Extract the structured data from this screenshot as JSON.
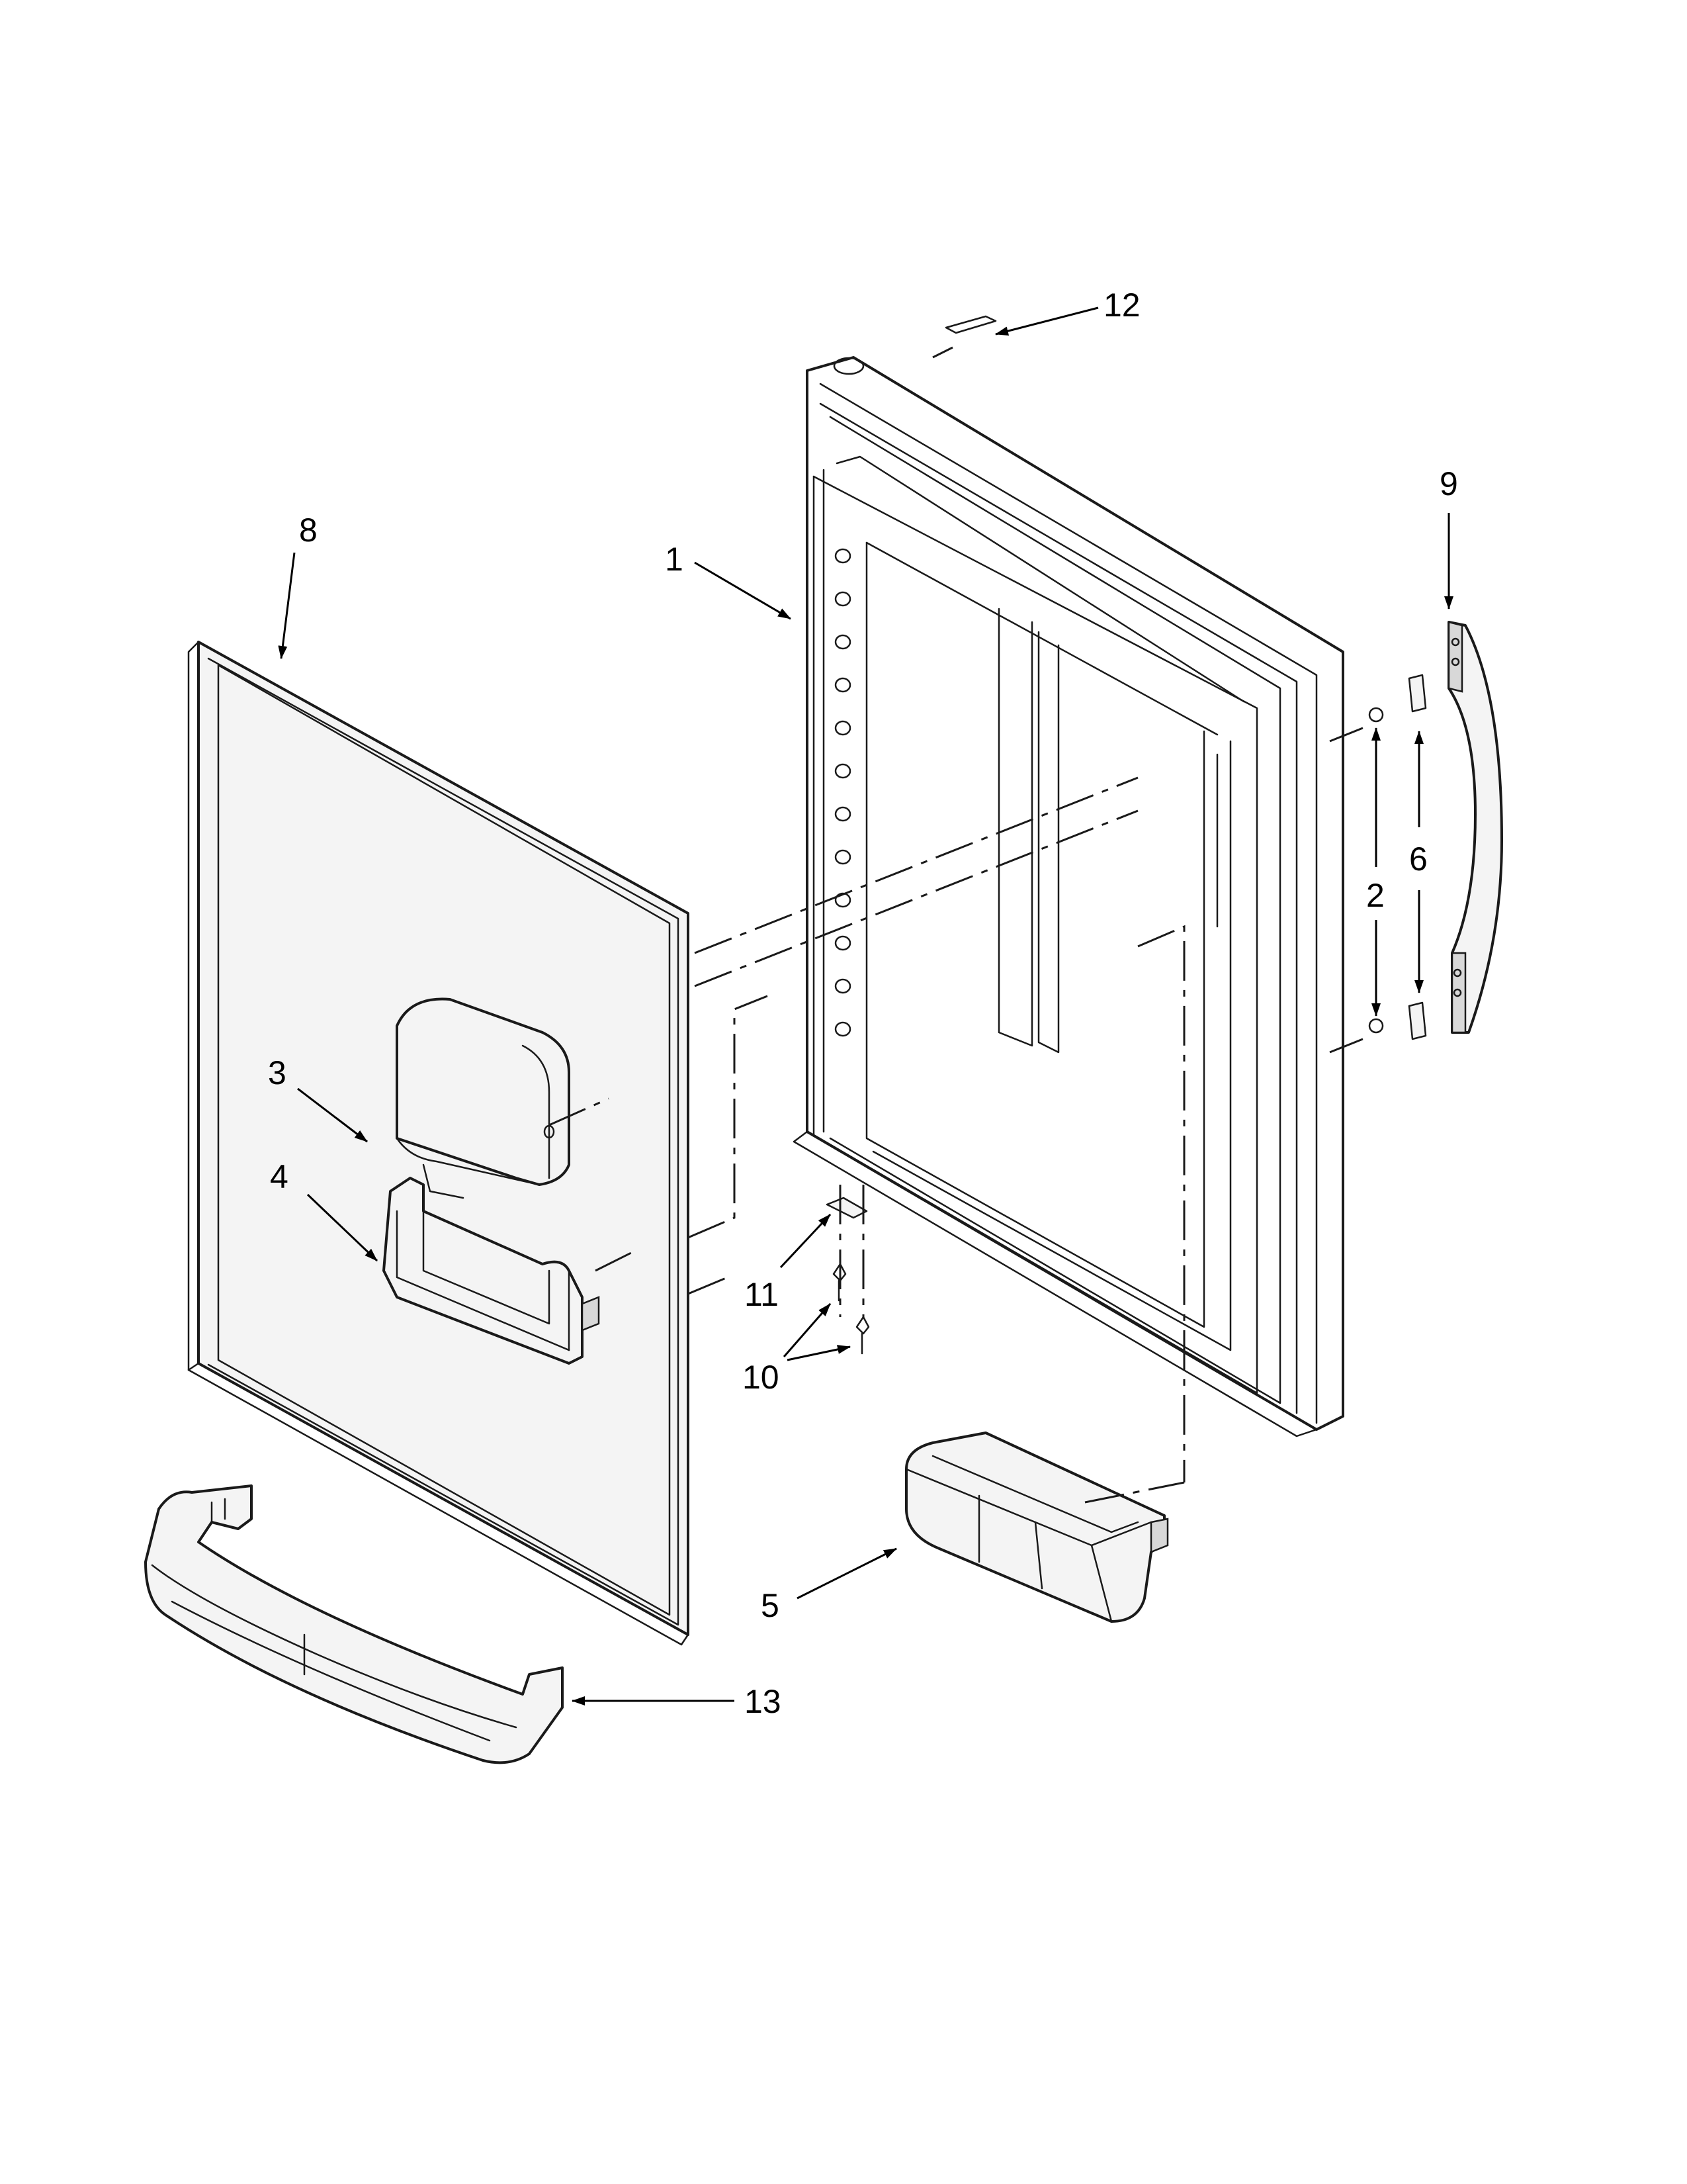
{
  "callouts": [
    {
      "id": "1",
      "text": "1"
    },
    {
      "id": "2",
      "text": "2"
    },
    {
      "id": "3",
      "text": "3"
    },
    {
      "id": "4",
      "text": "4"
    },
    {
      "id": "5",
      "text": "5"
    },
    {
      "id": "6",
      "text": "6"
    },
    {
      "id": "8",
      "text": "8"
    },
    {
      "id": "9",
      "text": "9"
    },
    {
      "id": "10",
      "text": "10"
    },
    {
      "id": "11",
      "text": "11"
    },
    {
      "id": "12",
      "text": "12"
    },
    {
      "id": "13",
      "text": "13"
    }
  ],
  "colors": {
    "line": "#1a1a1a",
    "fill": "#f4f4f4",
    "shade": "#d8d8d8",
    "background": "#ffffff"
  }
}
